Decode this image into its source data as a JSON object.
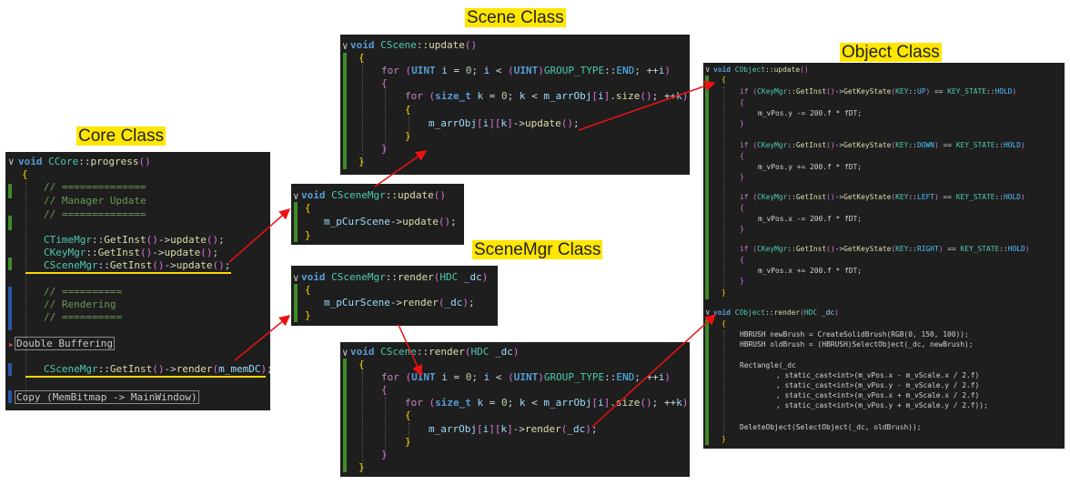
{
  "labels": {
    "scene": "Scene Class",
    "object": "Object Class",
    "core": "Core Class",
    "scenemgr": "SceneMgr Class"
  },
  "core": {
    "sig_kw": "void",
    "sig_cls": "CCore",
    "sig_fn": "progress",
    "lines": [
      "// ==============",
      "// Manager Update",
      "// ==============",
      "// ==========",
      "// Rendering",
      "// =========="
    ],
    "calls": [
      {
        "cls": "CTimeMgr",
        "fn": "update"
      },
      {
        "cls": "CKeyMgr",
        "fn": "update"
      },
      {
        "cls": "CSceneMgr",
        "fn": "update"
      }
    ],
    "double_buffering": "Double Buffering",
    "render_cls": "CSceneMgr",
    "render_arg": "m_memDC",
    "copy": "Copy (MemBitmap -> MainWindow)"
  },
  "scenemgr_update": {
    "cls": "CSceneMgr",
    "fn": "update",
    "body": "m_pCurScene",
    "call": "update"
  },
  "scenemgr_render": {
    "cls": "CSceneMgr",
    "fn": "render",
    "param_type": "HDC",
    "param": "_dc",
    "body": "m_pCurScene",
    "call": "render"
  },
  "scene_update": {
    "cls": "CScene",
    "fn": "update",
    "for1_type": "UINT",
    "for1_var": "i",
    "group": "GROUP_TYPE",
    "end": "END",
    "for2_type": "size_t",
    "for2_var": "k",
    "arr": "m_arrObj",
    "size": "size",
    "call": "update"
  },
  "scene_render": {
    "cls": "CScene",
    "fn": "render",
    "param_type": "HDC",
    "param": "_dc",
    "for1_type": "UINT",
    "for1_var": "i",
    "group": "GROUP_TYPE",
    "end": "END",
    "for2_type": "size_t",
    "for2_var": "k",
    "arr": "m_arrObj",
    "size": "size",
    "call": "render"
  },
  "object": {
    "cls": "CObject",
    "update_fn": "update",
    "keys": [
      {
        "key": "UP",
        "stmt": "m_vPos.y -= 200.f * fDT;"
      },
      {
        "key": "DOWN",
        "stmt": "m_vPos.y += 200.f * fDT;"
      },
      {
        "key": "LEFT",
        "stmt": "m_vPos.x -= 200.f * fDT;"
      },
      {
        "key": "RIGHT",
        "stmt": "m_vPos.x += 200.f * fDT;"
      }
    ],
    "render_fn": "render",
    "render_lines": [
      "HBRUSH newBrush = CreateSolidBrush(RGB(0, 150, 100));",
      "HBRUSH oldBrush = (HBRUSH)SelectObject(_dc, newBrush);",
      "Rectangle(_dc",
      ", static_cast<int>(m_vPos.x - m_vScale.x / 2.f)",
      ", static_cast<int>(m_vPos.y - m_vScale.y / 2.f)",
      ", static_cast<int>(m_vPos.x + m_vScale.x / 2.f)",
      ", static_cast<int>(m_vPos.y + m_vScale.y / 2.f));",
      "DeleteObject(SelectObject(_dc, oldBrush));"
    ]
  }
}
